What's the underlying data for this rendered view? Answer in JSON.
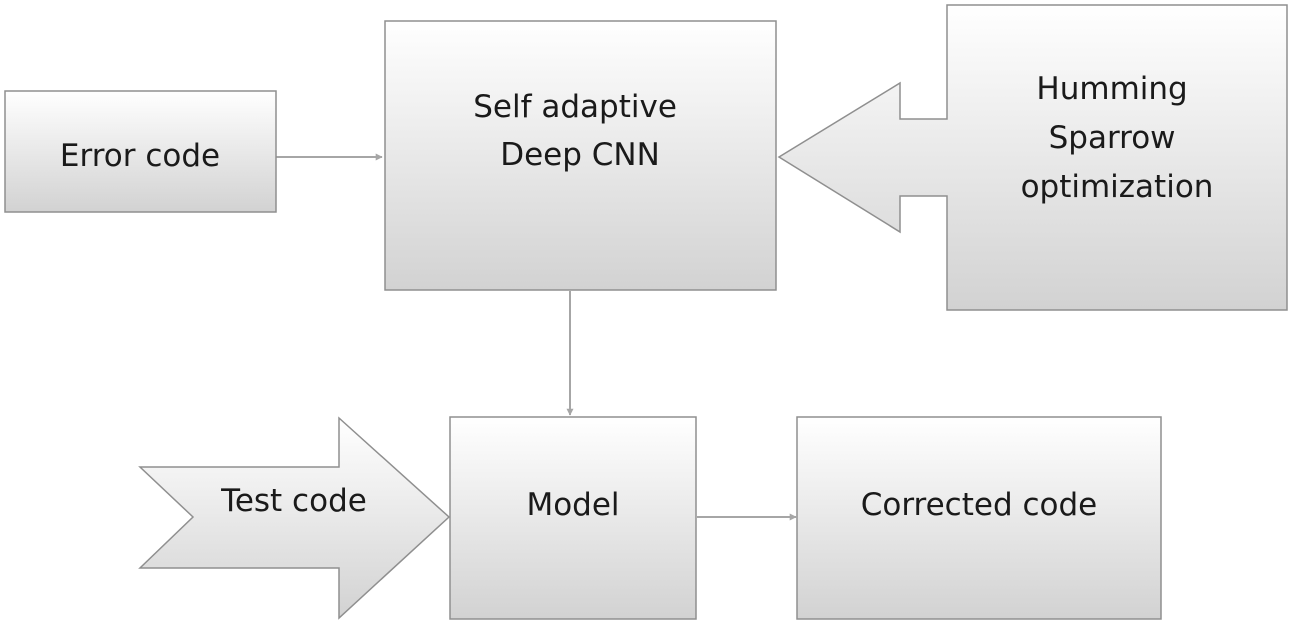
{
  "nodes": {
    "error_code": "Error code",
    "deep_cnn": [
      "Self adaptive",
      "Deep CNN"
    ],
    "humming_sparrow": [
      "Humming",
      "Sparrow",
      "optimization"
    ],
    "test_code": "Test code",
    "model": "Model",
    "corrected_code": "Corrected code"
  },
  "colors": {
    "box_top": "#ffffff",
    "box_bottom": "#d2d2d2",
    "border": "#8f8f8f",
    "connector": "#a6a6a6",
    "text": "#1a1a1a"
  }
}
